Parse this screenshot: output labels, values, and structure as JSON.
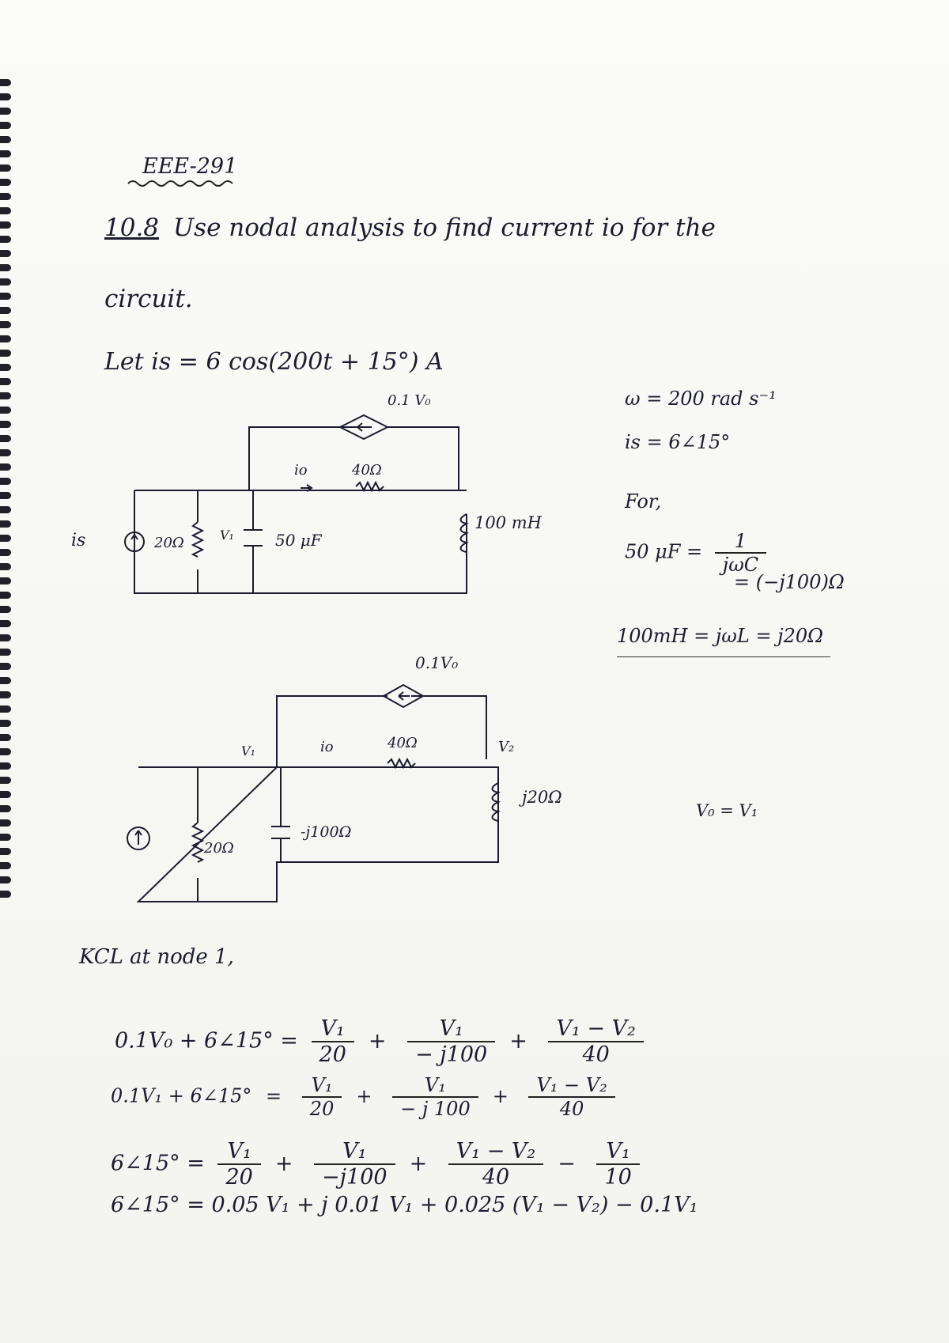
{
  "course": "EEE-291",
  "problem": {
    "number": "10.8",
    "line1": "Use nodal analysis to find current io for the",
    "line2": "circuit."
  },
  "given": "Let is = 6 cos(200t + 15°) A",
  "calc": {
    "omega": "ω = 200 rad s⁻¹",
    "phasor": "is = 6∠15°",
    "for": "For,",
    "cap_lhs": "50 μF =",
    "cap_num": "1",
    "cap_den": "jωC",
    "cap_result": "= (−j100)Ω",
    "ind": "100mH = jωL = j20Ω"
  },
  "circuit1": {
    "source": "is",
    "r1": "20Ω",
    "v1": "V₁",
    "cap": "50 μF",
    "dep": "0.1 V₀",
    "io": "io",
    "r2": "40Ω",
    "ind": "100 mH"
  },
  "circuit2": {
    "dep": "0.1V₀",
    "node1": "V₁",
    "node2": "V₂",
    "io": "io",
    "r2": "40Ω",
    "r1": "20Ω",
    "cap": "-j100Ω",
    "ind": "j20Ω",
    "vo": "V₀ = V₁"
  },
  "kcl_title": "KCL at node 1,",
  "eq1": {
    "lhs": "0.1V₀ + 6∠15° =",
    "f1n": "V₁",
    "f1d": "20",
    "f2n": "V₁",
    "f2d": "− j100",
    "f3n": "V₁ − V₂",
    "f3d": "40"
  },
  "eq2": {
    "lhs": "0.1V₁ + 6∠15°",
    "eq": "=",
    "f1n": "V₁",
    "f1d": "20",
    "f2n": "V₁",
    "f2d": "− j 100",
    "f3n": "V₁ − V₂",
    "f3d": "40"
  },
  "eq3": {
    "lhs": "6∠15° =",
    "f1n": "V₁",
    "f1d": "20",
    "f2n": "V₁",
    "f2d": "−j100",
    "f3n": "V₁ − V₂",
    "f3d": "40",
    "f4n": "V₁",
    "f4d": "10"
  },
  "eq4": "6∠15° = 0.05 V₁ + j 0.01 V₁ + 0.025 (V₁ − V₂) − 0.1V₁"
}
